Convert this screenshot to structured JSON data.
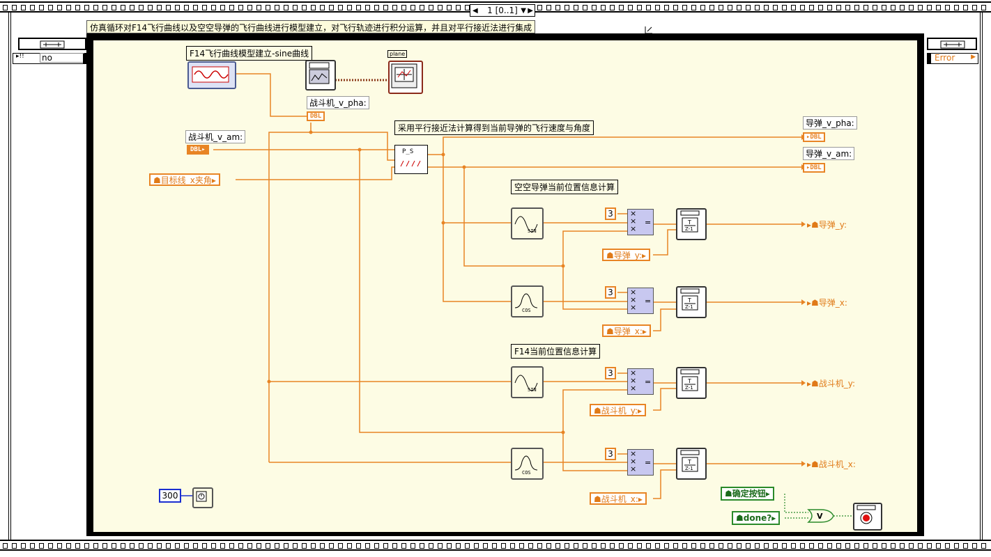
{
  "case_selector": {
    "label": "1 [0..1]"
  },
  "main_comment": "仿真循环对F14飞行曲线以及空空导弹的飞行曲线进行模型建立，对飞行轨迹进行积分运算，并且对平行接近法进行集成",
  "left_tunnel": {
    "value": "no"
  },
  "right_tunnel": {
    "value": "Error"
  },
  "labels": {
    "f14_model": "F14飞行曲线模型建立-sine曲线",
    "plane": "plane",
    "fighter_v_pha": "战斗机_v_pha:",
    "fighter_v_am": "战斗机_v_am:",
    "parallel_comment": "采用平行接近法计算得到当前导弹的飞行速度与角度",
    "missile_v_pha": "导弹_v_pha:",
    "missile_v_am": "导弹_v_am:",
    "missile_pos_comment": "空空导弹当前位置信息计算",
    "f14_pos_comment": "F14当前位置信息计算",
    "ps_node": "P_S"
  },
  "terminals": {
    "dbl": "DBL"
  },
  "controls": {
    "target_angle": "目标线_x夹角",
    "missile_y_local": "导弹_y:",
    "missile_x_local": "导弹_x:",
    "fighter_y_local": "战斗机_y:",
    "fighter_x_local": "战斗机_x:",
    "confirm_button": "确定按钮",
    "done": "done?"
  },
  "outputs": {
    "missile_y": "导弹_y:",
    "missile_x": "导弹_x:",
    "fighter_y": "战斗机_y:",
    "fighter_x": "战斗机_x:"
  },
  "constants": {
    "three": "3",
    "wait_ms": "300"
  },
  "functions": {
    "sin": "SIN",
    "cos": "COS",
    "integral_num": "T",
    "integral_den": "Z-1",
    "or_gate": "V",
    "mul_eq": "="
  },
  "colors": {
    "wire_orange": "#e88424",
    "wire_green": "#2a8a2a",
    "wire_blue": "#1a2ed0",
    "diagram_bg": "#fdfce4"
  }
}
